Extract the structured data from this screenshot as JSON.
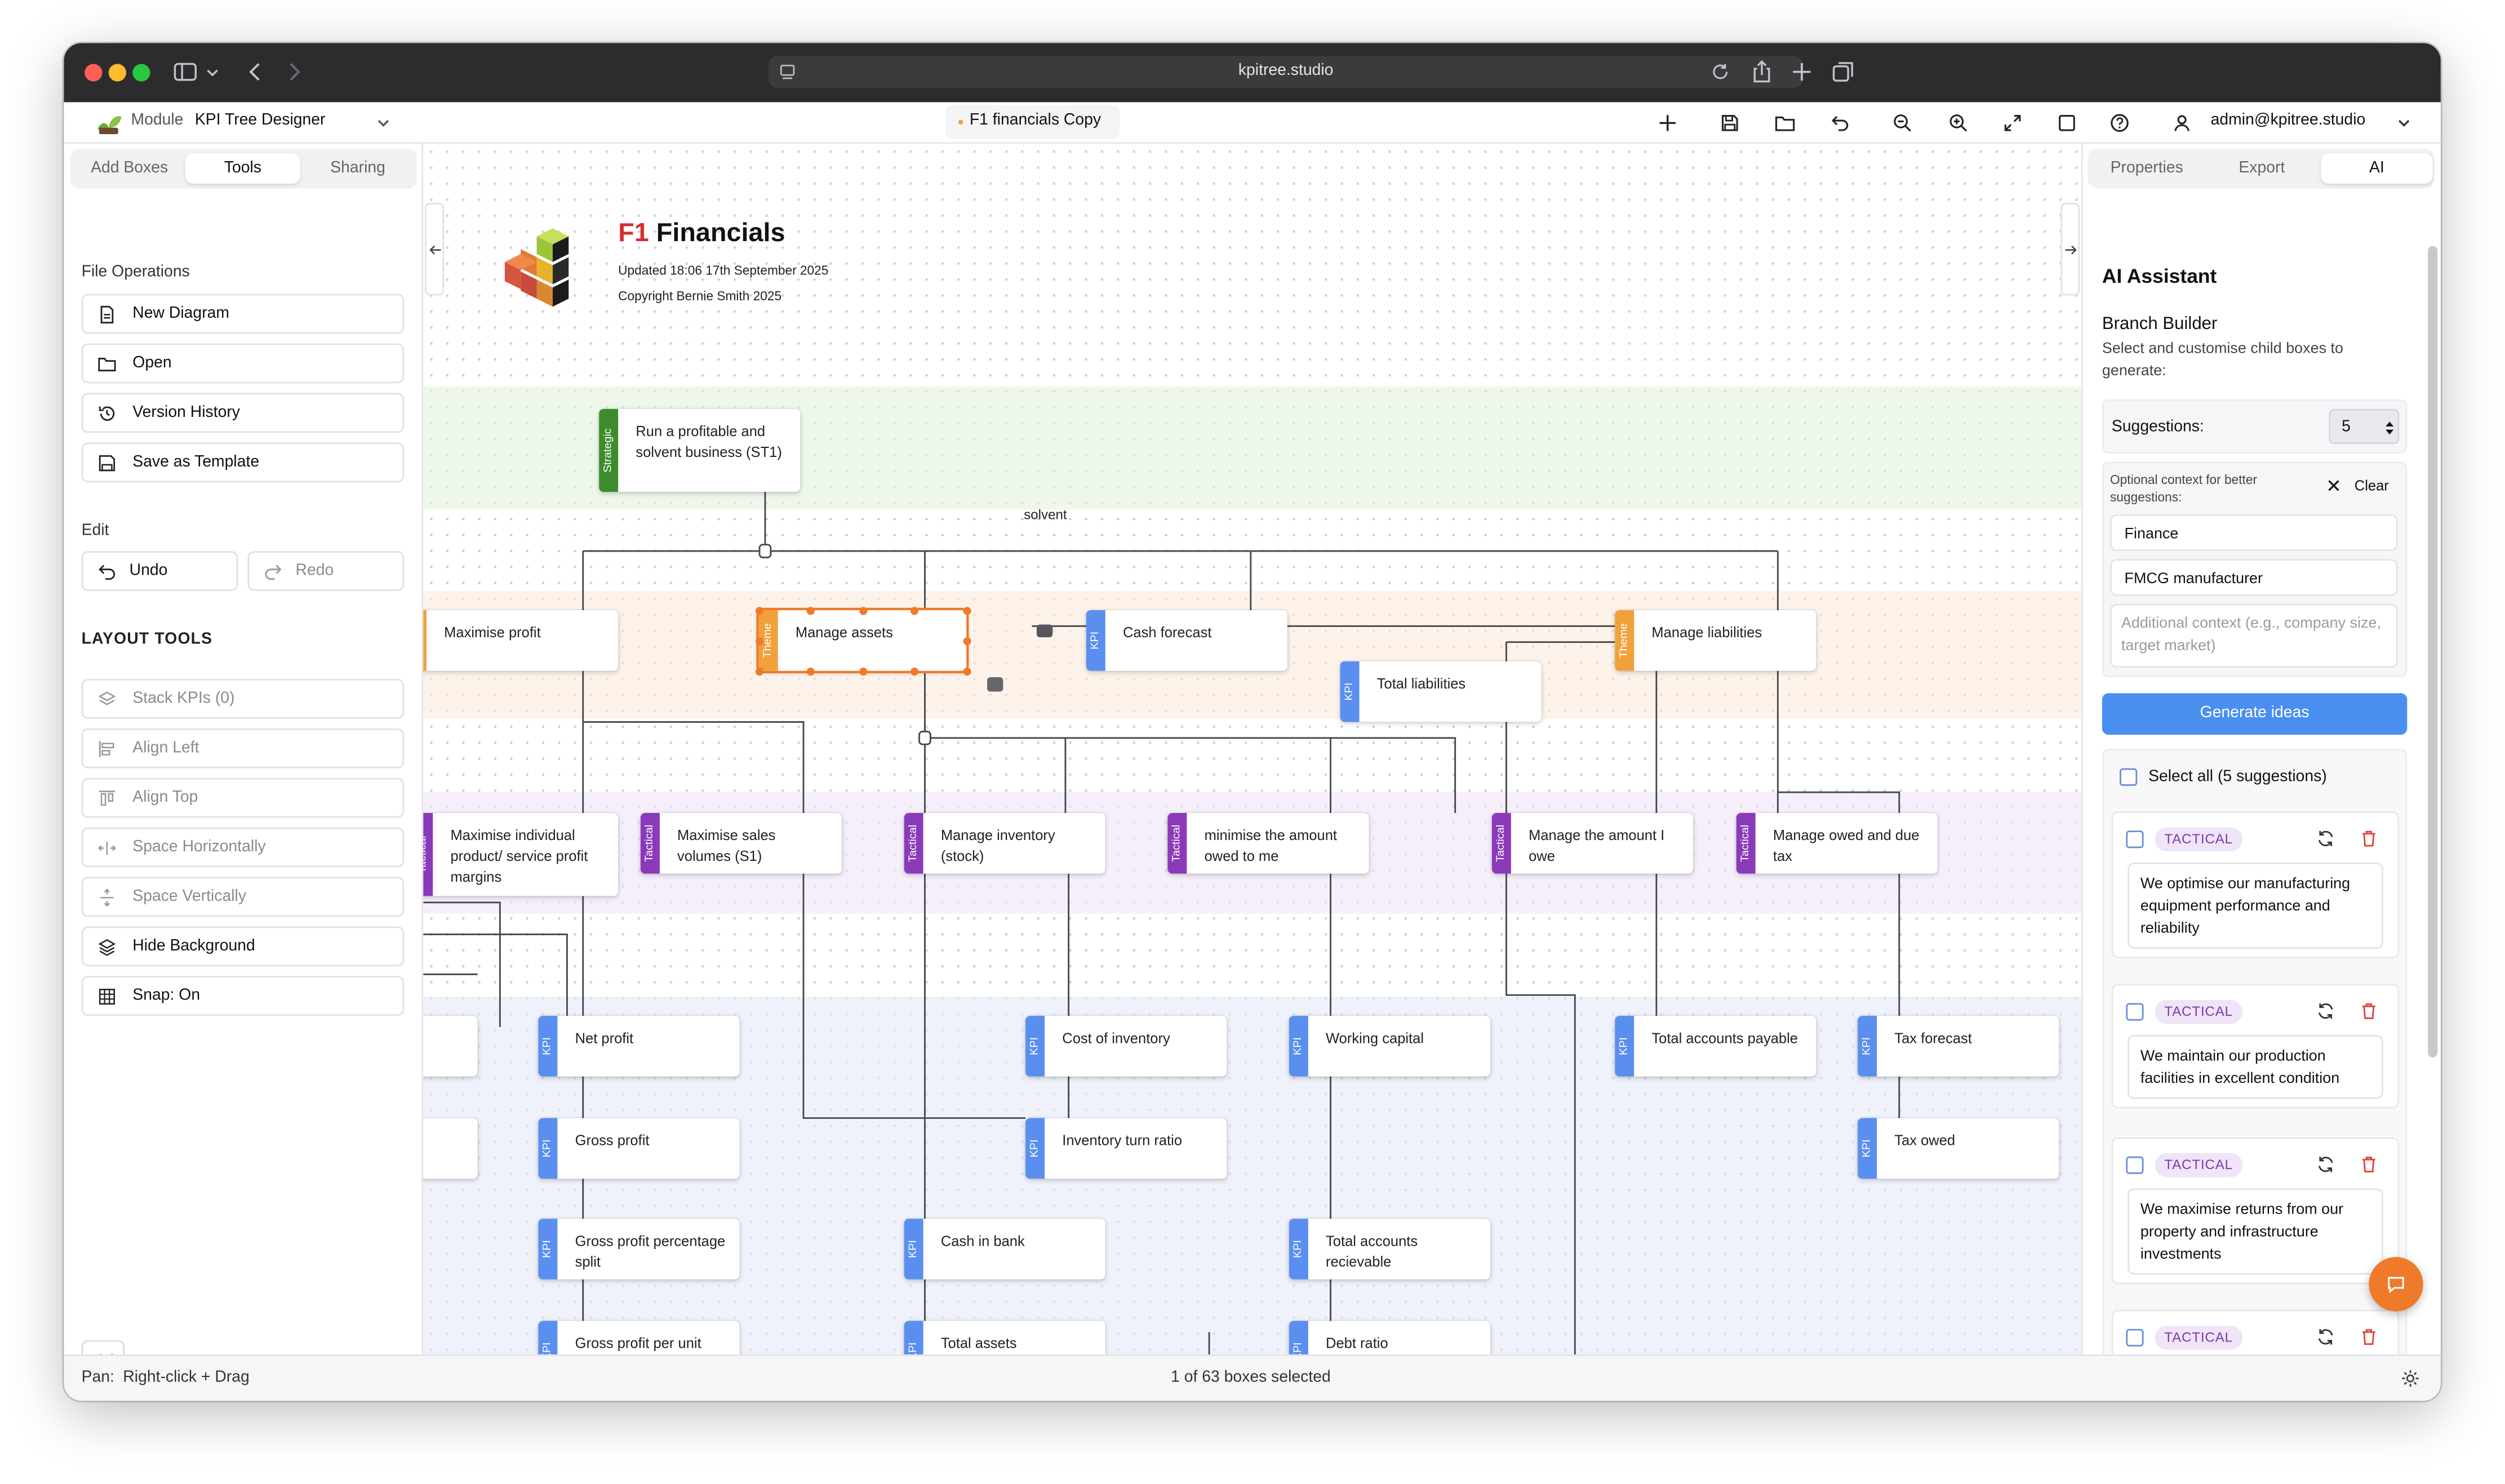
{
  "browser": {
    "url": "kpitree.studio"
  },
  "app": {
    "module_label": "Module",
    "module_value": "KPI Tree Designer",
    "doc_tab": "F1 financials Copy",
    "user": "admin@kpitree.studio"
  },
  "left_panel": {
    "tabs": [
      {
        "label": "Add Boxes"
      },
      {
        "label": "Tools"
      },
      {
        "label": "Sharing"
      }
    ],
    "file_ops_title": "File Operations",
    "file_ops": [
      {
        "label": "New Diagram",
        "icon": "document-icon"
      },
      {
        "label": "Open",
        "icon": "folder-icon"
      },
      {
        "label": "Version History",
        "icon": "history-icon"
      },
      {
        "label": "Save as Template",
        "icon": "save-icon"
      }
    ],
    "edit_title": "Edit",
    "undo": "Undo",
    "redo": "Redo",
    "layout_title": "LAYOUT TOOLS",
    "layout_tools": [
      {
        "label": "Stack KPIs (0)",
        "icon": "stack-icon",
        "enabled": false
      },
      {
        "label": "Align Left",
        "icon": "align-left-icon",
        "enabled": false
      },
      {
        "label": "Align Top",
        "icon": "align-top-icon",
        "enabled": false
      },
      {
        "label": "Space Horizontally",
        "icon": "space-horizontal-icon",
        "enabled": false
      },
      {
        "label": "Space Vertically",
        "icon": "space-vertical-icon",
        "enabled": false
      },
      {
        "label": "Hide Background",
        "icon": "layers-icon",
        "enabled": true
      },
      {
        "label": "Snap: On",
        "icon": "grid-icon",
        "enabled": true
      }
    ]
  },
  "diagram": {
    "title_prefix": "F1",
    "title": "Financials",
    "updated": "Updated 18:06 17th September 2025",
    "copyright": "Copyright Bernie Smith 2025",
    "connector_label": "solvent",
    "type_labels": {
      "Strategic": "Strategic",
      "Theme": "Theme",
      "Tactical": "Tactical",
      "KPI": "KPI"
    },
    "boxes": [
      {
        "type": "Strategic",
        "text": "Run a profitable and solvent business (ST1)"
      },
      {
        "type": "Theme",
        "text": "Maximise profit"
      },
      {
        "type": "Theme",
        "text": "Manage assets",
        "selected": true
      },
      {
        "type": "KPI",
        "text": "Cash forecast"
      },
      {
        "type": "KPI",
        "text": "Total liabilities"
      },
      {
        "type": "Theme",
        "text": "Manage liabilities"
      },
      {
        "type": "Tactical",
        "text": "Maximise individual product/ service profit margins"
      },
      {
        "type": "Tactical",
        "text": "Maximise sales volumes (S1)"
      },
      {
        "type": "Tactical",
        "text": "Manage inventory (stock)"
      },
      {
        "type": "Tactical",
        "text": "minimise the amount owed to me"
      },
      {
        "type": "Tactical",
        "text": "Manage the amount I owe"
      },
      {
        "type": "Tactical",
        "text": "Manage owed and due tax"
      },
      {
        "type": "KPI",
        "text": "Net profit"
      },
      {
        "type": "KPI",
        "text": "Gross profit"
      },
      {
        "type": "KPI",
        "text": "Gross profit percentage split"
      },
      {
        "type": "KPI",
        "text": "Gross profit per unit product/ service"
      },
      {
        "type": "KPI",
        "text": "Cost of inventory"
      },
      {
        "type": "KPI",
        "text": "Inventory turn ratio"
      },
      {
        "type": "KPI",
        "text": "Cash in bank"
      },
      {
        "type": "KPI",
        "text": "Total assets"
      },
      {
        "type": "KPI",
        "text": "Working capital"
      },
      {
        "type": "KPI",
        "text": "Total accounts recievable"
      },
      {
        "type": "KPI",
        "text": "Debt ratio"
      },
      {
        "type": "KPI",
        "text": "Total accounts payable"
      },
      {
        "type": "KPI",
        "text": "Tax forecast"
      },
      {
        "type": "KPI",
        "text": "Tax owed"
      },
      {
        "type": "KPI",
        "text": ""
      },
      {
        "type": "KPI",
        "text": ""
      }
    ]
  },
  "right_panel": {
    "tabs": [
      {
        "label": "Properties"
      },
      {
        "label": "Export"
      },
      {
        "label": "AI"
      }
    ],
    "heading": "AI Assistant",
    "subheading": "Branch Builder",
    "description": "Select and customise child boxes to generate:",
    "suggestions_label": "Suggestions:",
    "suggestions_value": "5",
    "context_label": "Optional context for better suggestions:",
    "clear_label": "Clear",
    "context_1": "Finance",
    "context_2": "FMCG manufacturer",
    "context_placeholder": "Additional context (e.g., company size, target market)",
    "generate_label": "Generate ideas",
    "select_all_label": "Select all (5 suggestions)",
    "suggestions": [
      {
        "tag": "TACTICAL",
        "text": "We optimise our manufacturing equipment performance and reliability"
      },
      {
        "tag": "TACTICAL",
        "text": "We maintain our production facilities in excellent condition"
      },
      {
        "tag": "TACTICAL",
        "text": "We maximise returns from our property and infrastructure investments"
      },
      {
        "tag": "TACTICAL",
        "text": ""
      }
    ]
  },
  "status_bar": {
    "pan_label": "Pan:",
    "pan_value": "Right-click + Drag",
    "selection": "1 of 63 boxes selected"
  },
  "colors": {
    "strategic": "#3d8c2c",
    "theme": "#f0a13a",
    "tactical": "#8a3ab9",
    "kpi": "#5a8ff0",
    "accent": "#4a8ff0",
    "selected": "#ee7a2a"
  }
}
